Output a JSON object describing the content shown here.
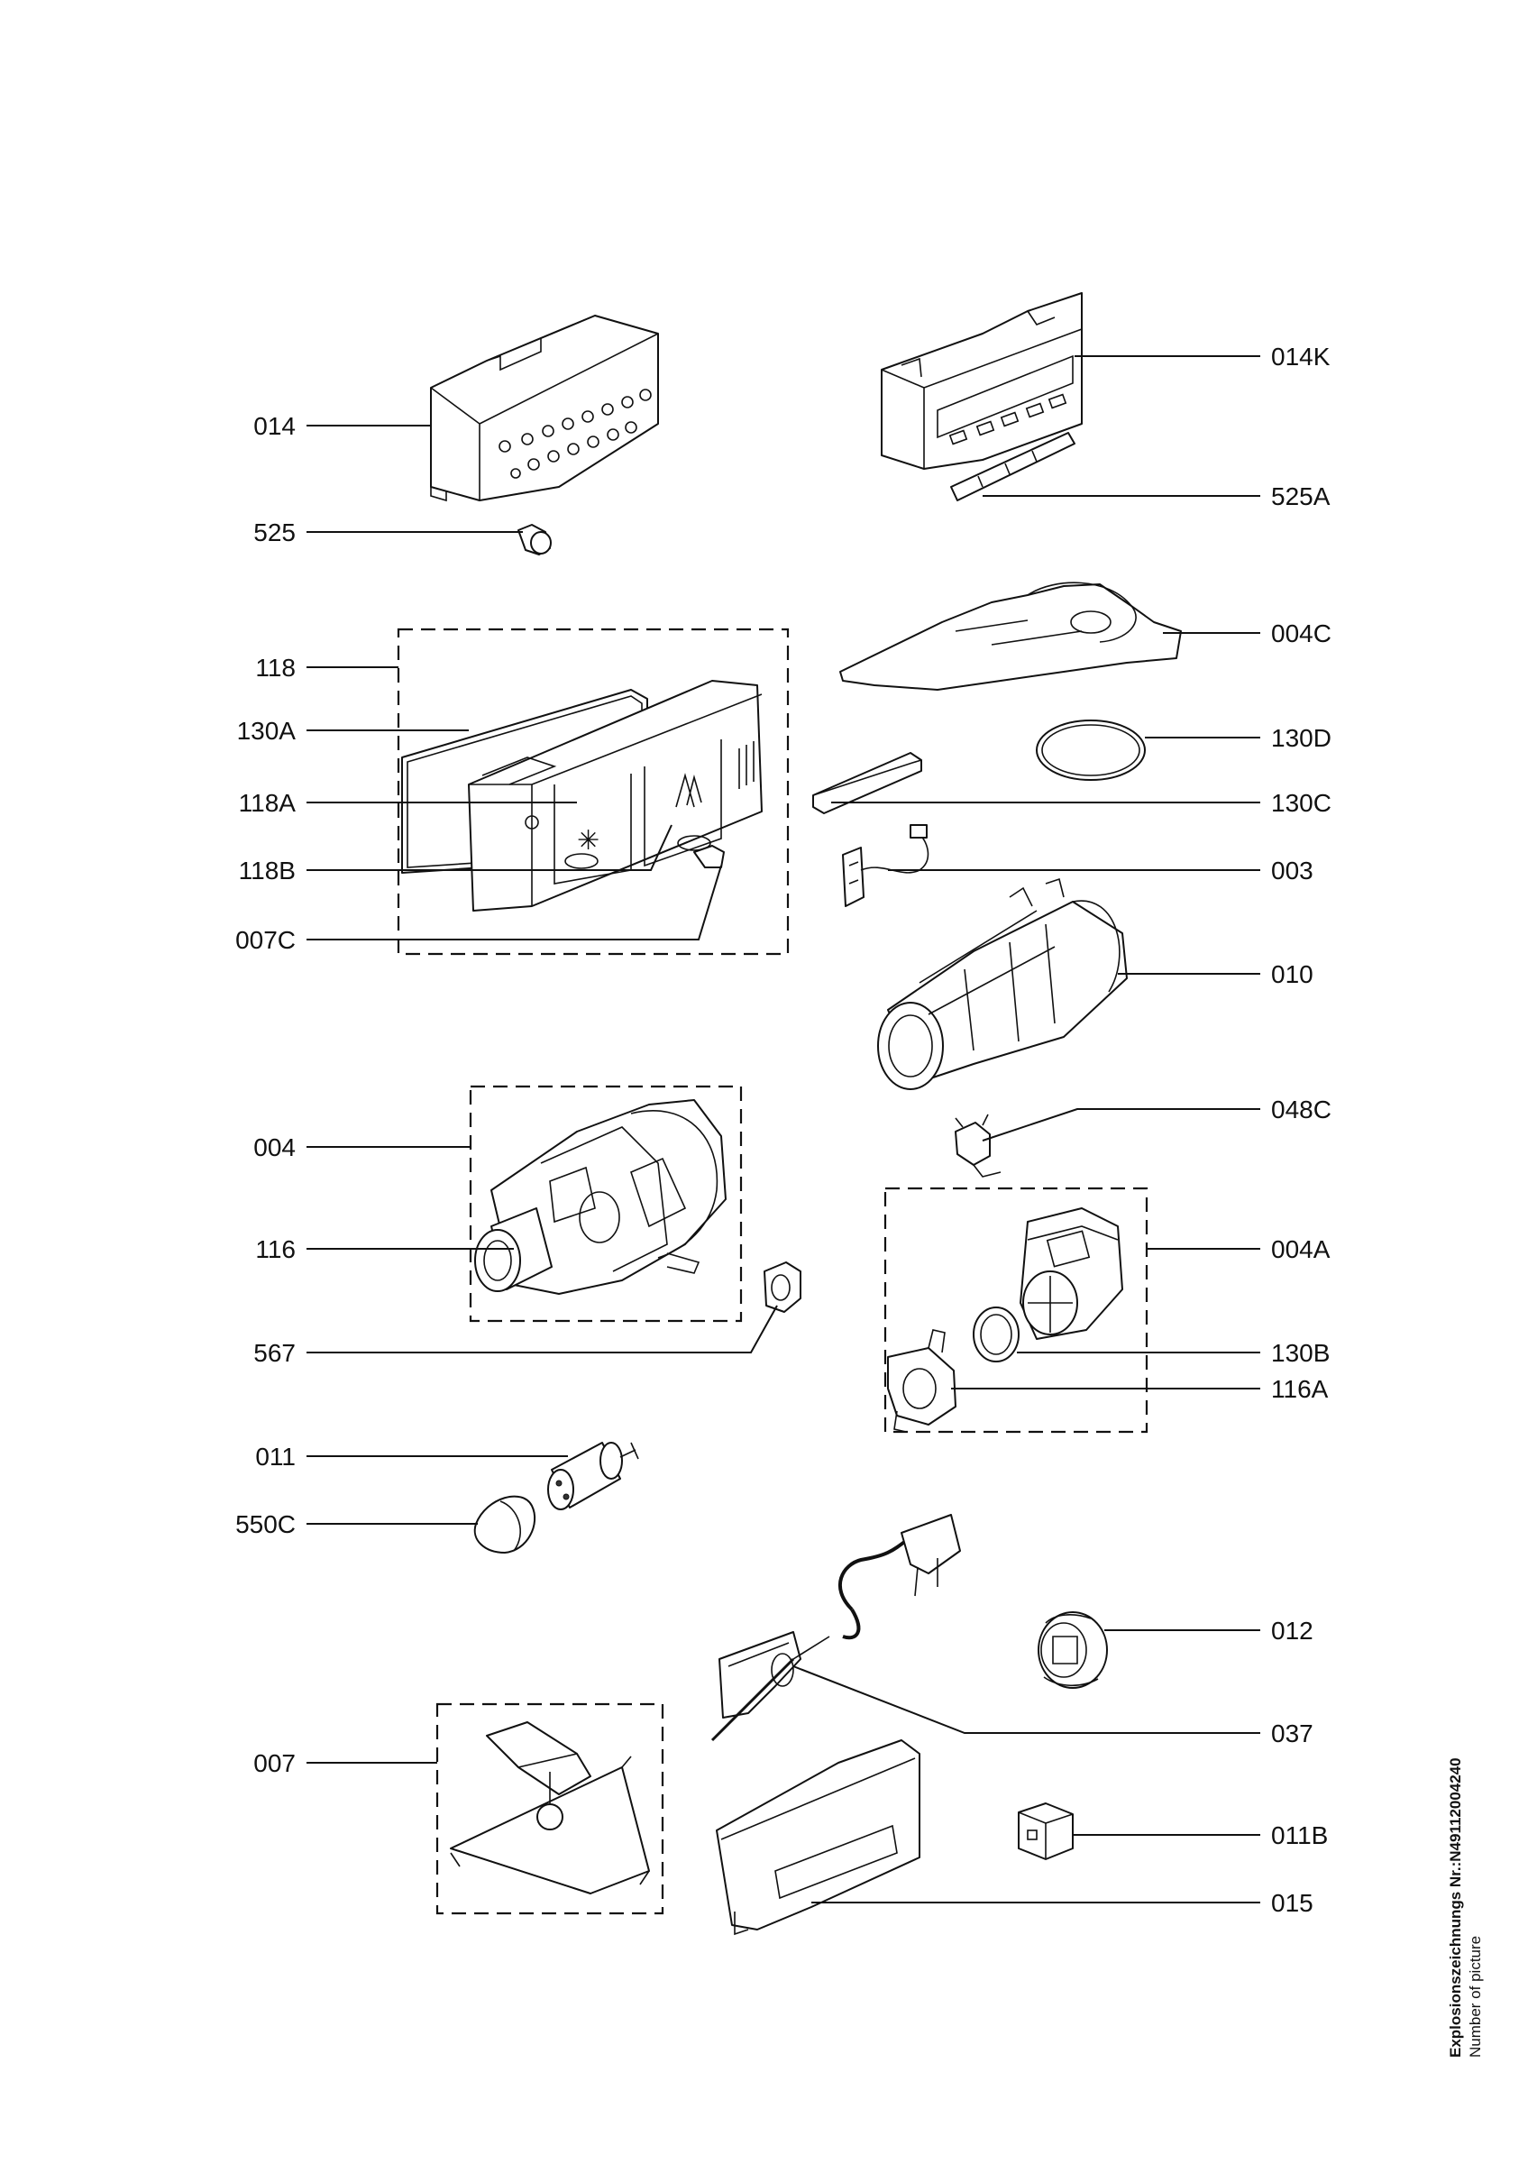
{
  "labels": {
    "l014": "014",
    "l525": "525",
    "l118": "118",
    "l130A": "130A",
    "l118A": "118A",
    "l118B": "118B",
    "l007C": "007C",
    "l004": "004",
    "l116": "116",
    "l567": "567",
    "l011": "011",
    "l550C": "550C",
    "l007": "007",
    "l014K": "014K",
    "l525A": "525A",
    "l004C": "004C",
    "l130D": "130D",
    "l130C": "130C",
    "l003": "003",
    "l010": "010",
    "l048C": "048C",
    "l004A": "004A",
    "l130B": "130B",
    "l116A": "116A",
    "l012": "012",
    "l037": "037",
    "l011B": "011B",
    "l015": "015"
  },
  "footer": {
    "drawing_number": "Explosionszeichnungs Nr.:N49112004240",
    "picture_caption": "Number of picture"
  }
}
